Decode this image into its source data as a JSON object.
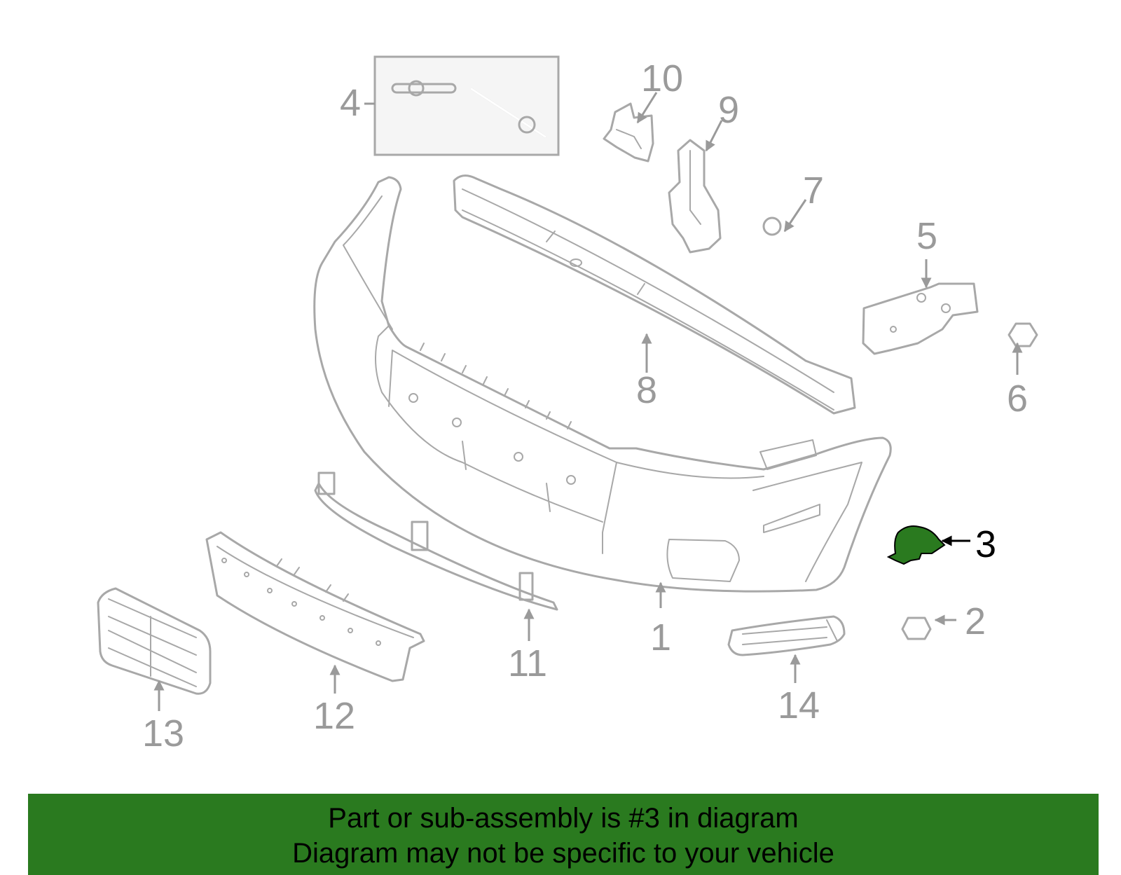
{
  "diagram": {
    "highlight_part": "3",
    "highlight_color": "#2a7a1f",
    "line_color": "#a8a8a8",
    "callouts": [
      {
        "id": "1",
        "label": "1"
      },
      {
        "id": "2",
        "label": "2"
      },
      {
        "id": "3",
        "label": "3"
      },
      {
        "id": "4",
        "label": "4"
      },
      {
        "id": "5",
        "label": "5"
      },
      {
        "id": "6",
        "label": "6"
      },
      {
        "id": "7",
        "label": "7"
      },
      {
        "id": "8",
        "label": "8"
      },
      {
        "id": "9",
        "label": "9"
      },
      {
        "id": "10",
        "label": "10"
      },
      {
        "id": "11",
        "label": "11"
      },
      {
        "id": "12",
        "label": "12"
      },
      {
        "id": "13",
        "label": "13"
      },
      {
        "id": "14",
        "label": "14"
      }
    ]
  },
  "footer": {
    "background_color": "#2a7a1f",
    "line1": "Part or sub-assembly is #3 in diagram",
    "line2": "Diagram may not be specific to your vehicle"
  }
}
